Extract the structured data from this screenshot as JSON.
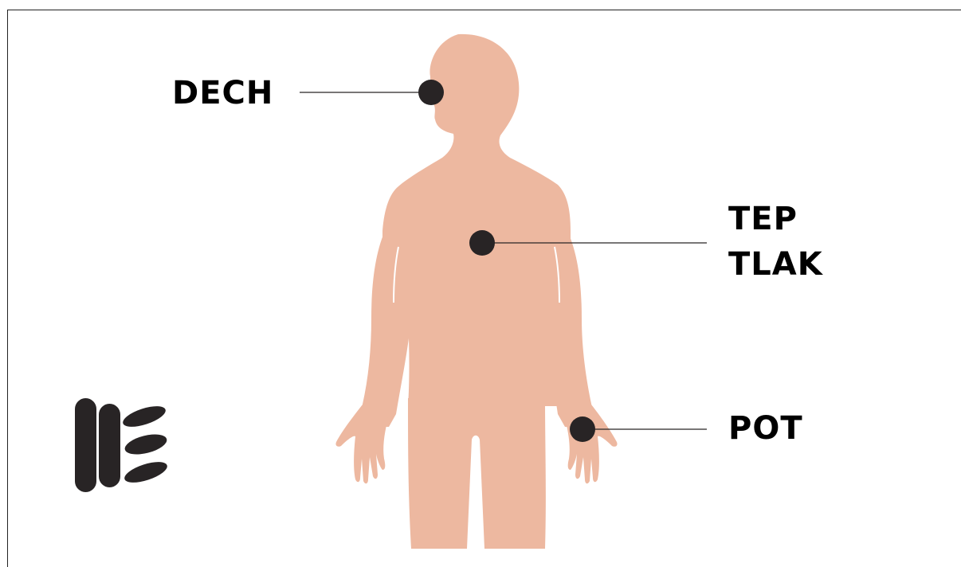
{
  "labels": {
    "breath": "DECH",
    "pulse": "TEP",
    "pressure": "TLAK",
    "sweat": "POT"
  },
  "colors": {
    "skin": "#EDB8A0",
    "marker": "#282425",
    "ink": "#000000",
    "frame": "#222222"
  },
  "icons": {
    "figure": "human-body-silhouette",
    "logo": "brand-logo"
  }
}
